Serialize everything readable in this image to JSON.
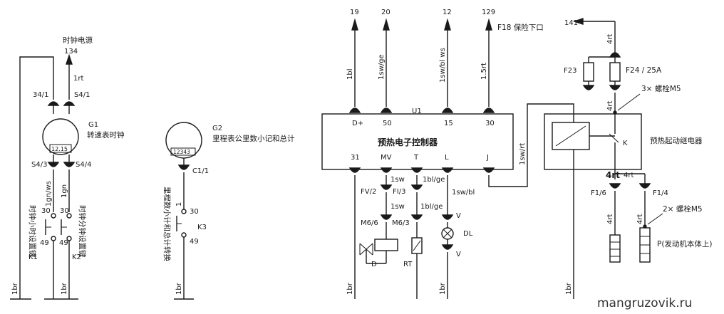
{
  "terminals_top": {
    "t19": "19",
    "t20": "20",
    "t12": "12",
    "t129": "129",
    "t134": "134",
    "t141": "141"
  },
  "clock": {
    "source_label": "时钟电源",
    "wire_134": "1rt",
    "pin_34_1": "34/1",
    "pin_s4_1": "S4/1",
    "name": "G1",
    "desc": "转速表时钟",
    "display": "12.15",
    "pin_s4_3": "S4/3",
    "pin_s4_4": "S4/4",
    "wire_left": "1gn/ws",
    "wire_right": "1gn",
    "sw30_left": "30",
    "sw49_left": "49",
    "sw30_right": "30",
    "sw49_right": "49",
    "k1_desc": "时钟小时设置键",
    "k2_desc": "时钟分钟设置键",
    "k1": "K1",
    "k2": "K2",
    "ground_left": "1br",
    "ground_right": "1br"
  },
  "odometer": {
    "name": "G2",
    "desc": "里程表公里数小记和总计",
    "display": "12343",
    "pin": "C1/1",
    "wire": "1",
    "sw30": "30",
    "sw49": "49",
    "k3": "K3",
    "k3_desc": "里程数小计和总计转换",
    "ground": "1br"
  },
  "controller": {
    "name": "U1",
    "label": "预热电子控制器",
    "pins_top": [
      "D+",
      "50",
      "15",
      "30"
    ],
    "pins_bottom": [
      "31",
      "MV",
      "T",
      "L",
      "J"
    ],
    "wire_dplus": "1bl",
    "wire_50": "1sw/ge",
    "wire_15": "1sw/bl ws",
    "wire_30": "1.5rt",
    "f18_label": "F18 保险下口",
    "wire_j": "1sw/rt",
    "wire_mv": "1sw",
    "wire_t": "1bl/ge",
    "wire_l": "1sw/bl",
    "pin_fv2": "FV/2",
    "pin_fi3": "FI/3",
    "wire_mv2": "1sw",
    "wire_t2": "1bl/ge",
    "pin_m6_6": "M6/6",
    "pin_m6_3": "M6/3",
    "v_top": "V",
    "v_bottom": "V",
    "d_label": "D",
    "rt_label": "RT",
    "dl_label": "DL",
    "ground_31": "1br",
    "ground_l": "1br"
  },
  "relay": {
    "label": "预热起动继电器",
    "k": "K",
    "f23": "F23",
    "f24": "F24 / 25A",
    "wire_141": "4rt",
    "wire_top": "4rt",
    "bolt_top": "3× 螺栓M5",
    "wire_bottom_big": "4rt",
    "wire_bottom": "4rt",
    "pin_f16": "F1/6",
    "pin_f14": "F1/4",
    "bolt_bottom": "2× 螺栓M5",
    "wire_h1": "4rt",
    "wire_h2": "4rt",
    "p_label": "P(发动机本体上)",
    "ground": "1br"
  },
  "watermark": "mangruzovik.ru"
}
